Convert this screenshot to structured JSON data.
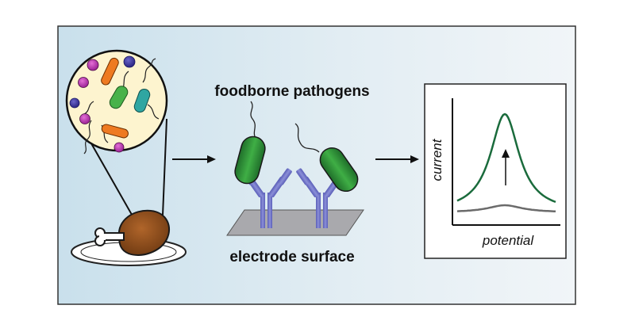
{
  "labels": {
    "top": "foodborne pathogens",
    "bottom": "electrode surface",
    "y_axis": "current",
    "x_axis": "potential"
  },
  "colors": {
    "panel_left": "#c9e0ec",
    "panel_right": "#f1f5f8",
    "signal_high": "#1a6b3c",
    "signal_low": "#6b6b6b",
    "antibody": "#6f73c4",
    "bacterium": "#2f9a3a",
    "electrode": "#a9a9ad",
    "meat": "#8a4a18"
  },
  "icons": {
    "arrow_1": "right-arrow-icon",
    "arrow_2": "right-arrow-icon",
    "increase": "up-arrow-icon"
  }
}
